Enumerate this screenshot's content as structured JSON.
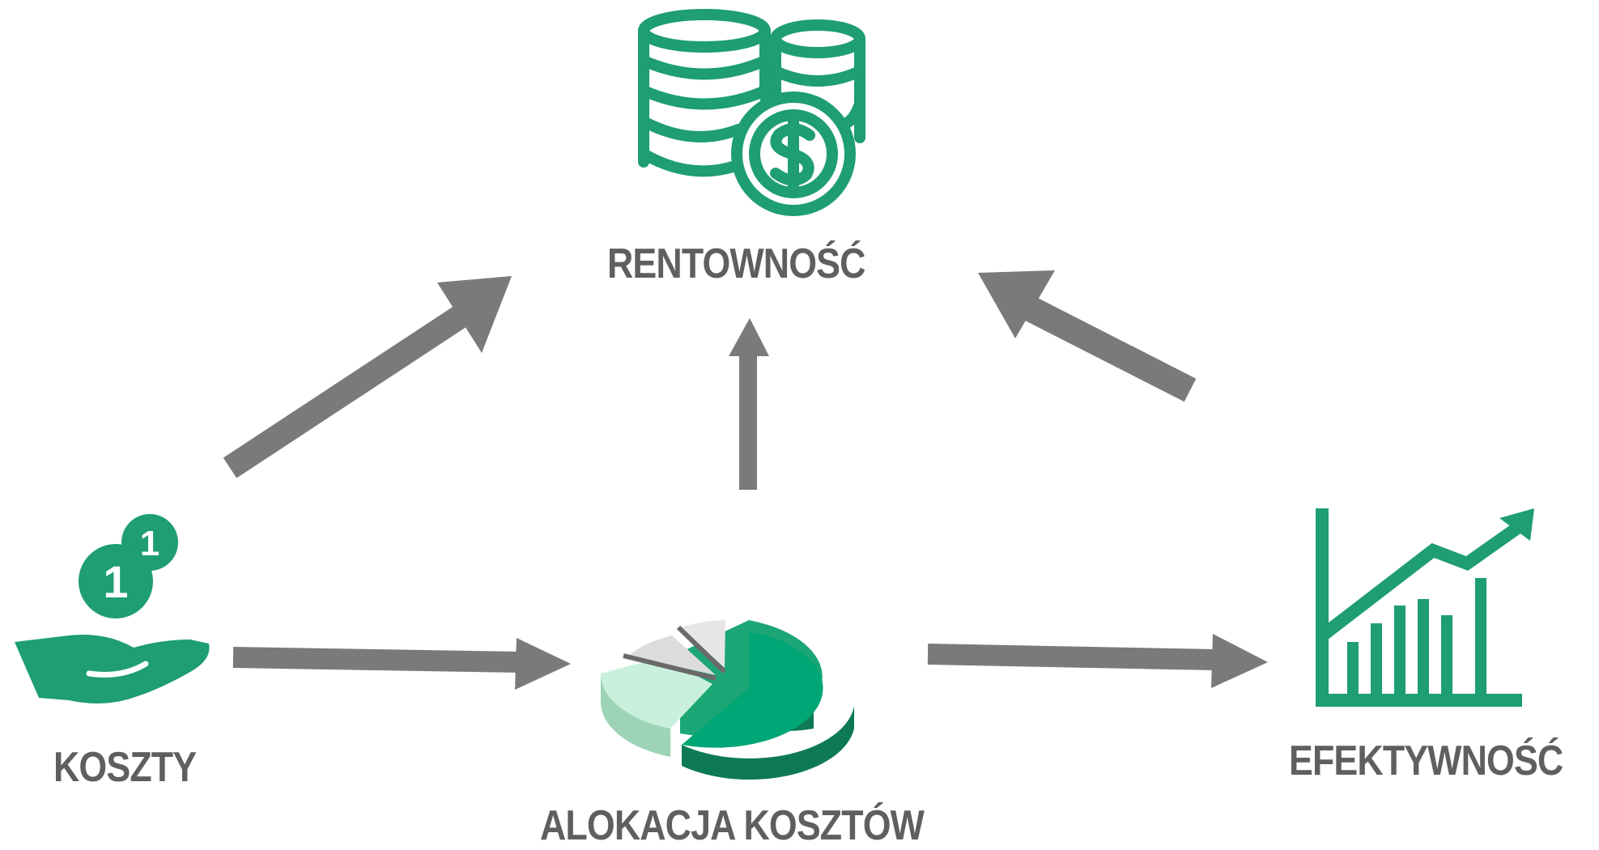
{
  "nodes": {
    "top": {
      "label": "RENTOWNOŚĆ",
      "icon": "coin-stacks-dollar-icon"
    },
    "left": {
      "label": "KOSZTY",
      "icon": "hand-with-coins-icon"
    },
    "middle": {
      "label": "ALOKACJA KOSZTÓW",
      "icon": "pie-chart-icon"
    },
    "right": {
      "label": "EFEKTYWNOŚĆ",
      "icon": "growth-bar-chart-icon"
    }
  },
  "edges": [
    {
      "from": "KOSZTY",
      "to": "RENTOWNOŚĆ"
    },
    {
      "from": "KOSZTY",
      "to": "ALOKACJA KOSZTÓW"
    },
    {
      "from": "ALOKACJA KOSZTÓW",
      "to": "RENTOWNOŚĆ"
    },
    {
      "from": "ALOKACJA KOSZTÓW",
      "to": "EFEKTYWNOŚĆ"
    },
    {
      "from": "EFEKTYWNOŚĆ",
      "to": "RENTOWNOŚĆ"
    }
  ],
  "colors": {
    "accent": "#1e9e72",
    "accent_dark": "#0d7a55",
    "arrow": "#7a7a7a",
    "text": "#5f5f5f"
  }
}
